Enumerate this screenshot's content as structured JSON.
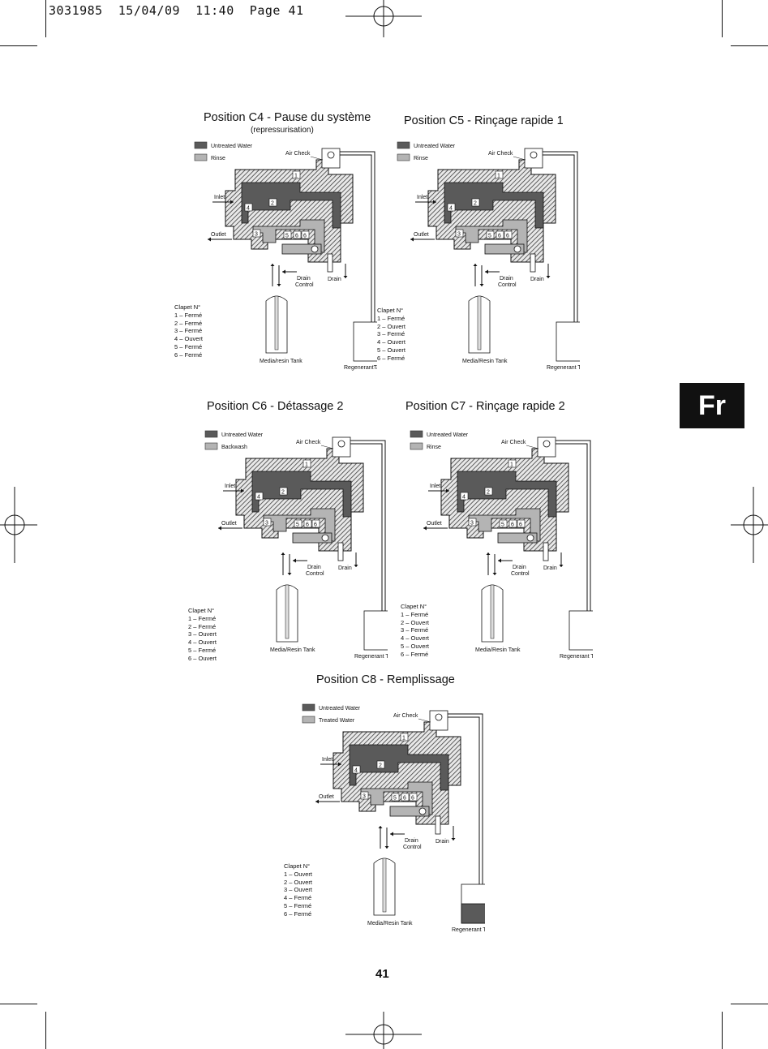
{
  "header": {
    "slug": "3031985  15/04/09  11:40  Page 41"
  },
  "language_tab": "Fr",
  "page_number": "41",
  "colors": {
    "untreated": "#5a5a5a",
    "rinse": "#b4b4b4",
    "body": "#8c8c8c",
    "hatch": "#3c3c3c",
    "tab": "#111111"
  },
  "labels": {
    "air_check": "Air Check",
    "inlet": "Inlet",
    "outlet": "Outlet",
    "drain": "Drain",
    "drain_control_1": "Drain",
    "drain_control_2": "Control",
    "clapet": "Clapet N°"
  },
  "panels": [
    {
      "id": "c4",
      "title": "Position C4 - Pause du système",
      "subtitle": "(repressurisation)",
      "legend": [
        {
          "label": "Untreated Water",
          "color": "#5a5a5a"
        },
        {
          "label": "Rinse",
          "color": "#b4b4b4"
        }
      ],
      "media_label": "Media/resin Tank",
      "regen_label": "RegenerantTank",
      "valves": [
        "1 – Fermé",
        "2 – Fermé",
        "3 – Fermé",
        "4 – Ouvert",
        "5 – Fermé",
        "6 – Fermé"
      ]
    },
    {
      "id": "c5",
      "title": "Position C5 - Rinçage rapide 1",
      "subtitle": "",
      "legend": [
        {
          "label": "Untreated Water",
          "color": "#5a5a5a"
        },
        {
          "label": "Rinse",
          "color": "#b4b4b4"
        }
      ],
      "media_label": "Media/Resin Tank",
      "regen_label": "Regenerant Tank",
      "valves": [
        "1 – Fermé",
        "2 – Ouvert",
        "3 – Fermé",
        "4 – Ouvert",
        "5 – Ouvert",
        "6 – Fermé"
      ]
    },
    {
      "id": "c6",
      "title": "Position C6 - Détassage 2",
      "subtitle": "",
      "legend": [
        {
          "label": "Untreated Water",
          "color": "#5a5a5a"
        },
        {
          "label": "Backwash",
          "color": "#b4b4b4"
        }
      ],
      "media_label": "Media/Resin Tank",
      "regen_label": "Regenerant Tank",
      "valves": [
        "1 – Fermé",
        "2 – Fermé",
        "3 – Ouvert",
        "4 – Ouvert",
        "5 – Fermé",
        "6 – Ouvert"
      ]
    },
    {
      "id": "c7",
      "title": "Position C7 - Rinçage rapide 2",
      "subtitle": "",
      "legend": [
        {
          "label": "Untreated Water",
          "color": "#5a5a5a"
        },
        {
          "label": "Rinse",
          "color": "#b4b4b4"
        }
      ],
      "media_label": "Media/Resin Tank",
      "regen_label": "Regenerant Tank",
      "valves": [
        "1 – Fermé",
        "2 – Ouvert",
        "3 – Fermé",
        "4 – Ouvert",
        "5 – Ouvert",
        "6 – Fermé"
      ]
    },
    {
      "id": "c8",
      "title": "Position C8 - Remplissage",
      "subtitle": "",
      "legend": [
        {
          "label": "Untreated Water",
          "color": "#5a5a5a"
        },
        {
          "label": "Treated Water",
          "color": "#b4b4b4"
        }
      ],
      "media_label": "Media/Resin Tank",
      "regen_label": "Regenerant Tank",
      "valves": [
        "1 – Ouvert",
        "2 – Ouvert",
        "3 – Ouvert",
        "4 – Fermé",
        "5 – Fermé",
        "6 – Fermé"
      ]
    }
  ]
}
